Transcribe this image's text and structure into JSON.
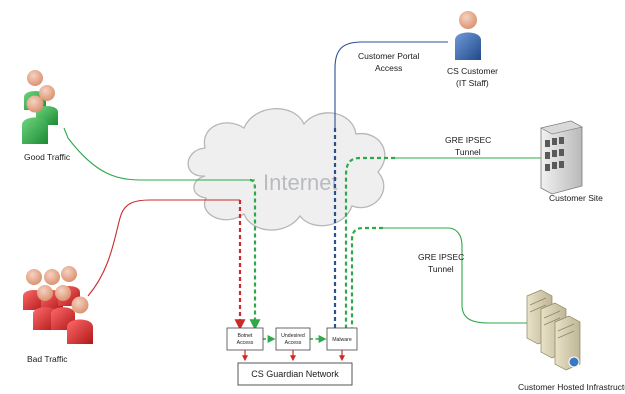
{
  "cloud": {
    "label": "Internet"
  },
  "actors": {
    "good_traffic": {
      "label": "Good Traffic",
      "color": "#2fa84a"
    },
    "bad_traffic": {
      "label": "Bad Traffic",
      "color": "#cc2a2a"
    },
    "cs_customer": {
      "label_line1": "CS Customer",
      "label_line2": "(IT Staff)",
      "color": "#2c5fa3"
    }
  },
  "sites": {
    "customer_site": {
      "label": "Customer Site"
    },
    "customer_hosted": {
      "label": "Customer Hosted Infrastructure"
    }
  },
  "links": {
    "portal": {
      "line1": "Customer Portal",
      "line2": "Access"
    },
    "tunnel_site": {
      "line1": "GRE IPSEC",
      "line2": "Tunnel"
    },
    "tunnel_hosted": {
      "line1": "GRE IPSEC",
      "line2": "Tunnel"
    }
  },
  "filters": [
    {
      "line1": "Botnet",
      "line2": "Access"
    },
    {
      "line1": "Undesired",
      "line2": "Access"
    },
    {
      "line1": "Malware",
      "line2": ""
    }
  ],
  "network": {
    "label": "CS Guardian Network"
  },
  "colors": {
    "good": "#2fa84a",
    "bad": "#cc2a2a",
    "portal": "#2c4f94",
    "cloud_fill": "#efefef",
    "cloud_stroke": "#b7b7b7"
  }
}
